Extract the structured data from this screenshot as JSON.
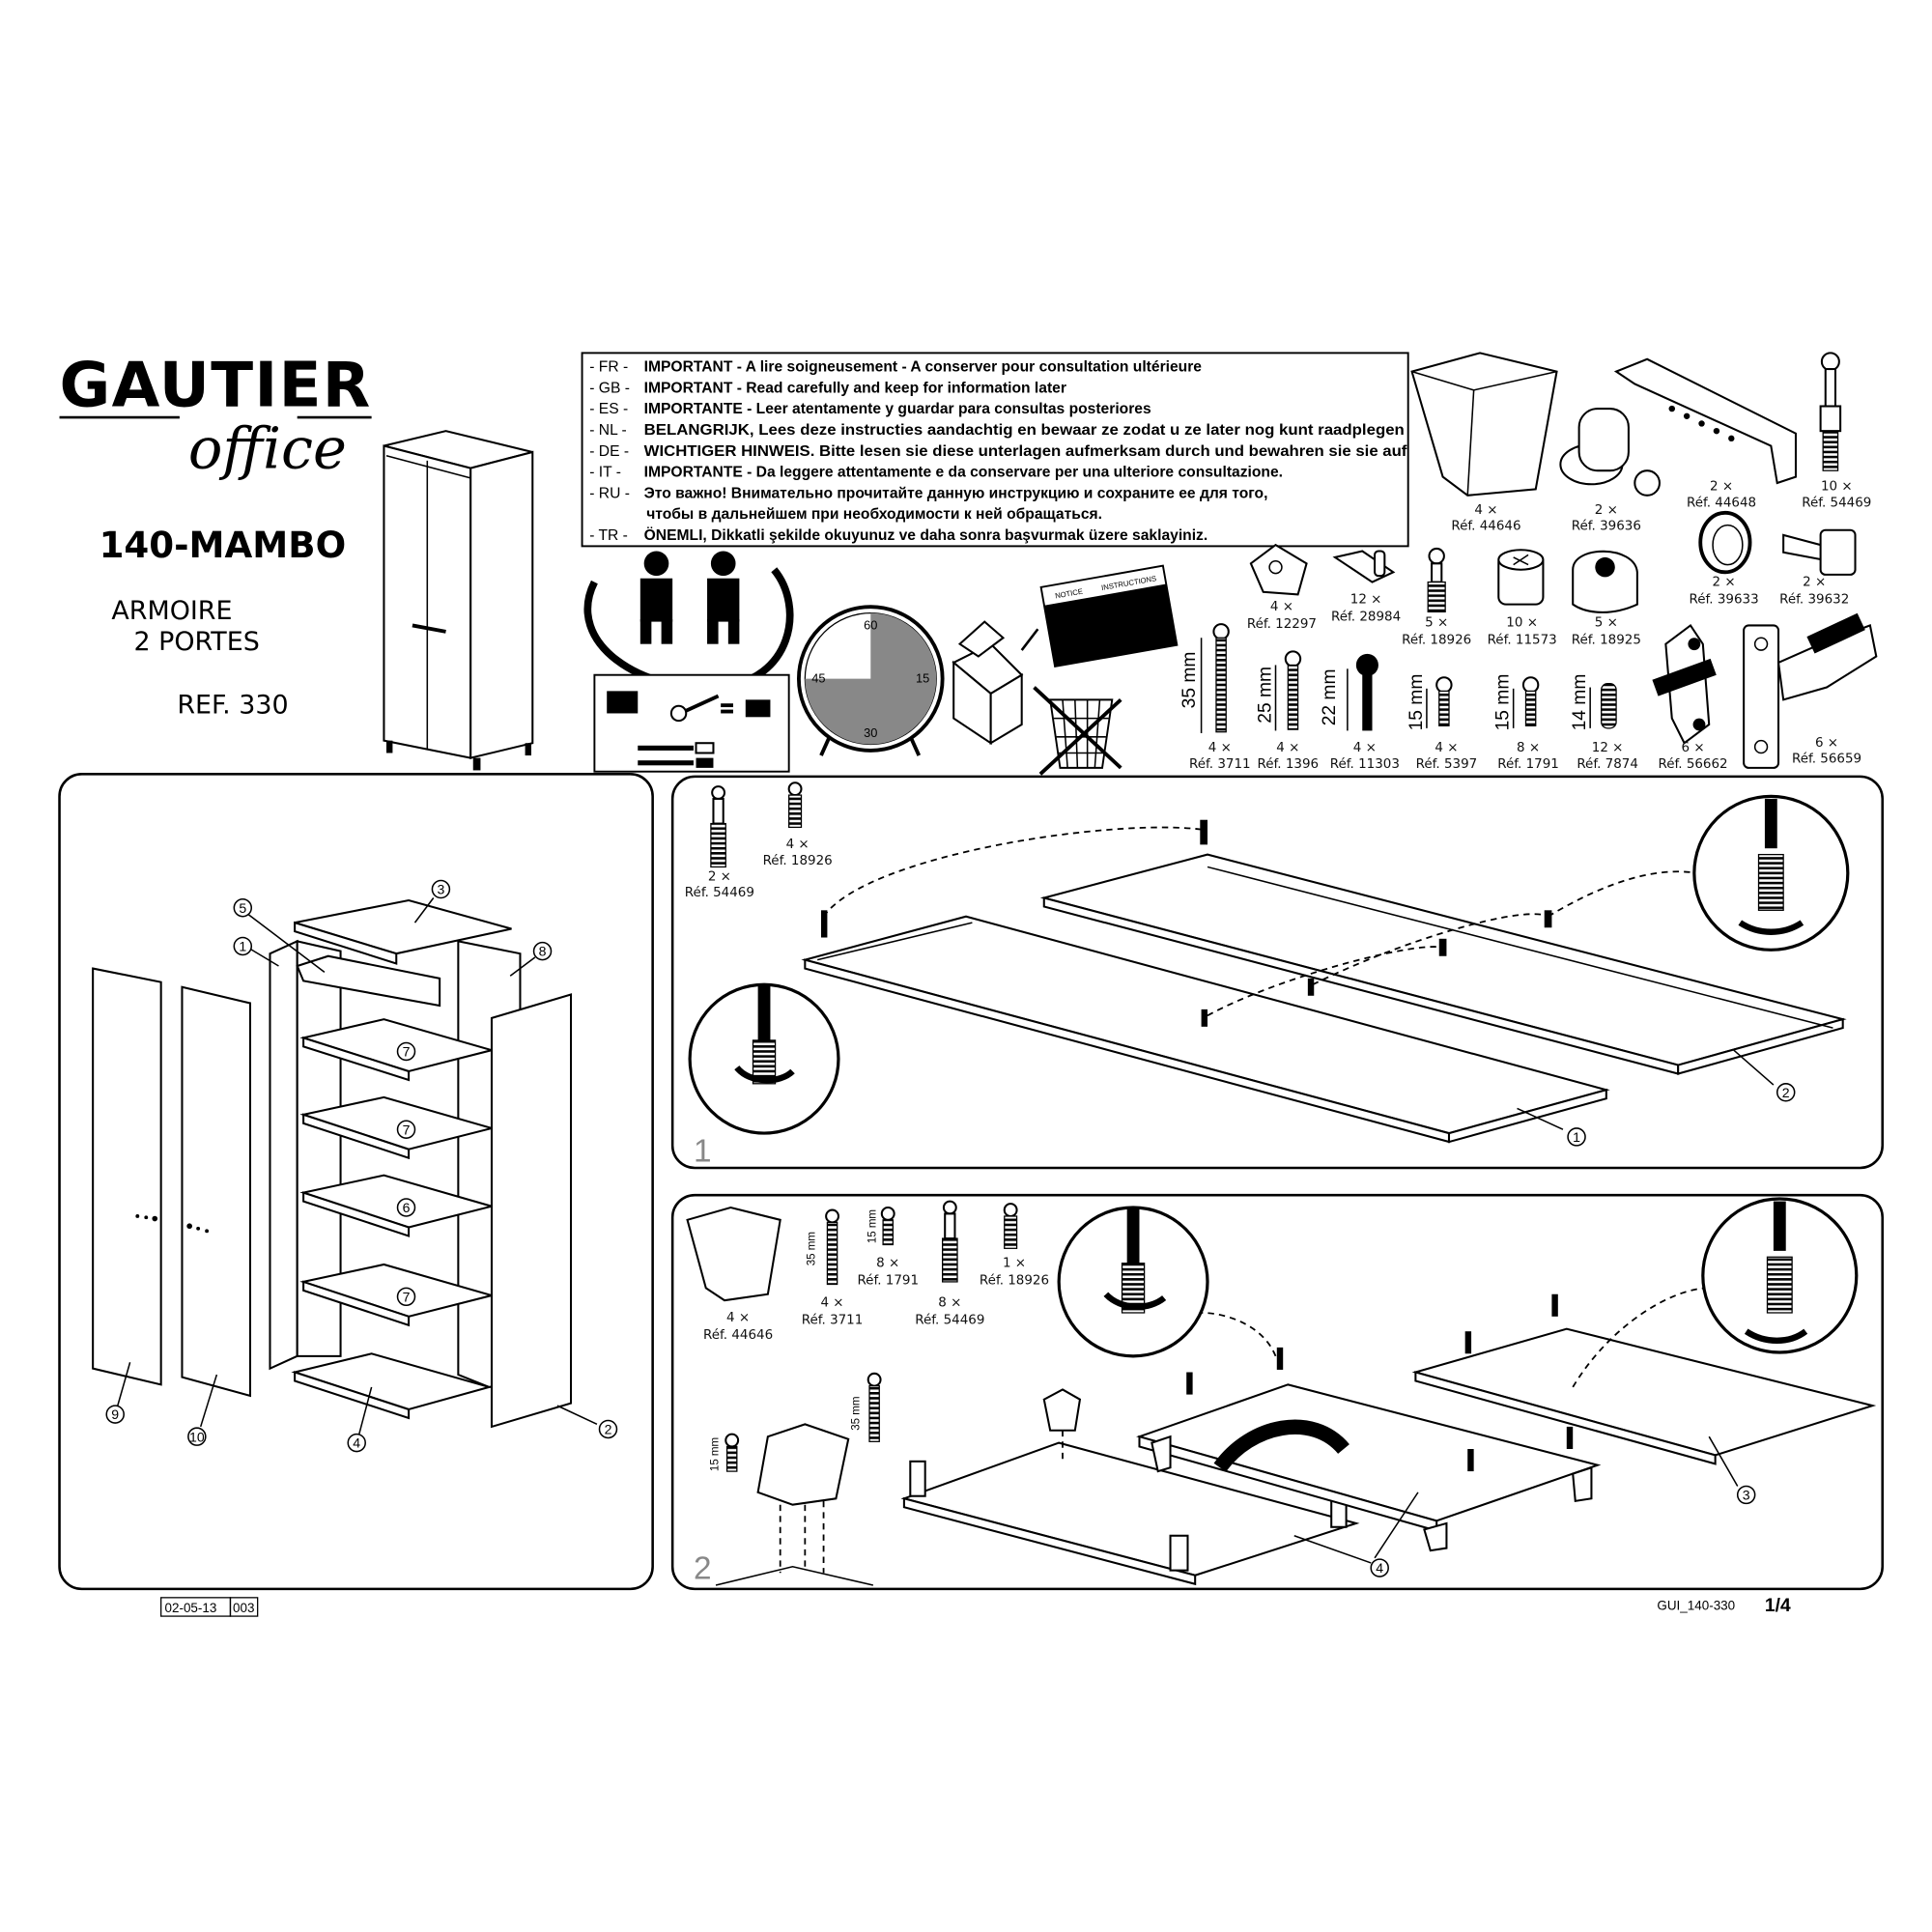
{
  "header": {
    "brand": "GAUTIER",
    "brand_sub": "office",
    "model": "140-MAMBO",
    "product_line1": "ARMOIRE",
    "product_line2": "2 PORTES",
    "reference": "REF. 330"
  },
  "notice": {
    "lines": [
      {
        "lang": "- FR -",
        "text": "IMPORTANT - A lire soigneusement - A conserver pour consultation ultérieure"
      },
      {
        "lang": "- GB -",
        "text": "IMPORTANT - Read carefully and keep for information later"
      },
      {
        "lang": "- ES -",
        "text": "IMPORTANTE - Leer atentamente y guardar para consultas posteriores"
      },
      {
        "lang": "- NL -",
        "text": "BELANGRIJK, Lees deze instructies aandachtig en bewaar ze zodat u ze later nog kunt raadplegen"
      },
      {
        "lang": "- DE -",
        "text": "WICHTIGER HINWEIS. Bitte lesen sie diese unterlagen aufmerksam durch und bewahren sie sie auf"
      },
      {
        "lang": "-  IT  -",
        "text": "IMPORTANTE - Da leggere attentamente e da conservare per una ulteriore consultazione."
      },
      {
        "lang": "- RU -",
        "text": "Это важно! Внимательно прочитайте данную инструкцию и сохраните ее для того,"
      },
      {
        "lang": "",
        "text": "чтобы в дальнейшем при необходимости к ней обращаться."
      },
      {
        "lang": "- TR -",
        "text": "ÖNEMLI, Dikkatli şekilde okuyunuz ve daha sonra başvurmak üzere saklayiniz."
      }
    ]
  },
  "clock": {
    "labels": [
      "60",
      "15",
      "30",
      "45"
    ],
    "duration_fraction": 0.75,
    "fill_color": "#888888"
  },
  "instruction_sheet": {
    "title_left": "NOTICE",
    "title_right": "INSTRUCTIONS"
  },
  "hardware": [
    {
      "qty": "4 ×",
      "ref": "Réf. 44646"
    },
    {
      "qty": "2 ×",
      "ref": "Réf. 39636"
    },
    {
      "qty": "2 ×",
      "ref": "Réf. 44648"
    },
    {
      "qty": "10 ×",
      "ref": "Réf. 54469"
    },
    {
      "qty": "2 ×",
      "ref": "Réf. 39633"
    },
    {
      "qty": "2 ×",
      "ref": "Réf. 39632"
    },
    {
      "qty": "4 ×",
      "ref": "Réf. 12297"
    },
    {
      "qty": "12 ×",
      "ref": "Réf. 28984"
    },
    {
      "qty": "5 ×",
      "ref": "Réf. 18926"
    },
    {
      "qty": "10 ×",
      "ref": "Réf. 11573"
    },
    {
      "qty": "5 ×",
      "ref": "Réf. 18925"
    },
    {
      "qty": "4 ×",
      "ref": "Réf. 3711",
      "size": "35 mm"
    },
    {
      "qty": "4 ×",
      "ref": "Réf. 1396",
      "size": "25 mm"
    },
    {
      "qty": "4 ×",
      "ref": "Réf. 11303",
      "size": "22 mm"
    },
    {
      "qty": "4 ×",
      "ref": "Réf. 5397",
      "size": "15 mm"
    },
    {
      "qty": "8 ×",
      "ref": "Réf. 1791",
      "size": "15 mm"
    },
    {
      "qty": "12 ×",
      "ref": "Réf. 7874",
      "size": "14 mm"
    },
    {
      "qty": "6 ×",
      "ref": "Réf. 56662"
    },
    {
      "qty": "6 ×",
      "ref": "Réf. 56659"
    }
  ],
  "exploded_view": {
    "callouts": [
      "1",
      "2",
      "3",
      "4",
      "5",
      "6",
      "7",
      "7",
      "7",
      "8",
      "9",
      "10"
    ]
  },
  "step1": {
    "number": "1",
    "parts": [
      {
        "qty": "2 ×",
        "ref": "Réf. 54469"
      },
      {
        "qty": "4 ×",
        "ref": "Réf. 18926"
      }
    ],
    "callouts": [
      "1",
      "2"
    ]
  },
  "step2": {
    "number": "2",
    "parts": [
      {
        "qty": "4 ×",
        "ref": "Réf. 44646"
      },
      {
        "qty": "4 ×",
        "ref": "Réf. 3711",
        "size": "35 mm"
      },
      {
        "qty": "8 ×",
        "ref": "Réf. 1791",
        "size": "15 mm"
      },
      {
        "qty": "8 ×",
        "ref": "Réf. 54469"
      },
      {
        "qty": "1 ×",
        "ref": "Réf. 18926"
      }
    ],
    "detail_sizes": [
      "15 mm",
      "35 mm"
    ],
    "callouts": [
      "4",
      "3"
    ]
  },
  "footer": {
    "date": "02-05-13",
    "revision": "003",
    "document_code": "GUI_140-330",
    "page": "1/4"
  }
}
